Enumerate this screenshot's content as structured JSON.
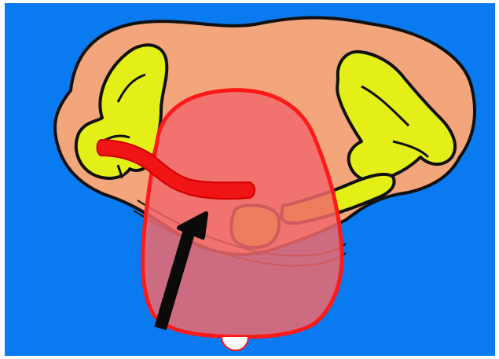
{
  "diagram": {
    "background_color": "#0a7af0",
    "border_color": "#ffffff",
    "colors": {
      "tissue": "#f3a57c",
      "structure_yellow": "#e4ef17",
      "overlay_fill": "#f0686c",
      "overlay_stroke": "#ff1a1a",
      "bar_red": "#f01414",
      "outline": "#111111",
      "arrow": "#0a0a0a",
      "tip_white": "#ffffff"
    },
    "elements": {
      "arrow": "black-arrow-pointing-up-right",
      "bar": "red-curved-bar",
      "overlay": "translucent-red-oval"
    }
  }
}
